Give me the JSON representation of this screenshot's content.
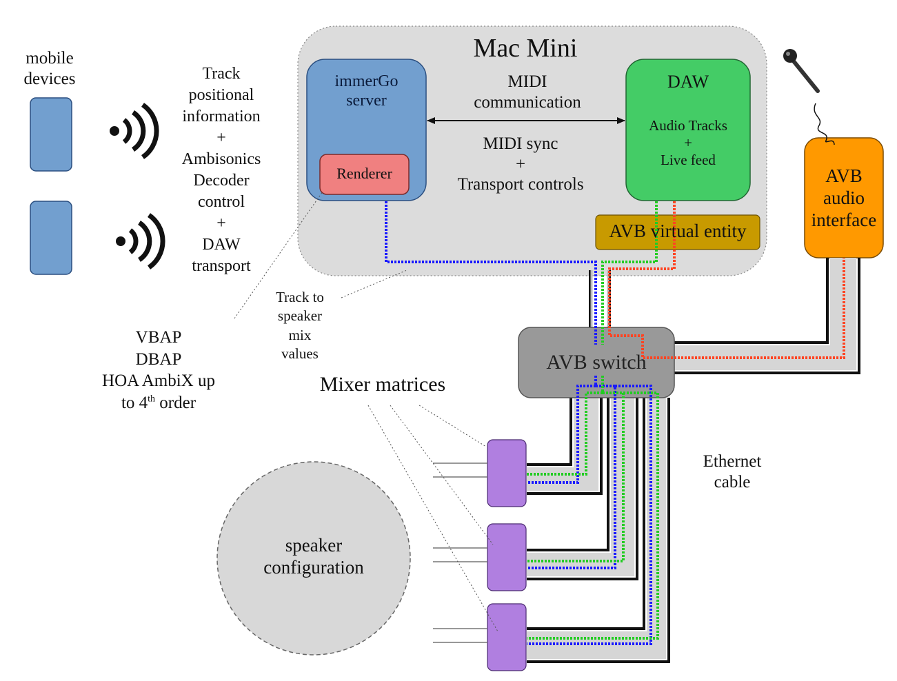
{
  "colors": {
    "mac_mini_bg": "#dcdcdc",
    "immergo": "#729fcf",
    "renderer": "#f08080",
    "daw": "#44cc66",
    "avb_virtual": "#c89a00",
    "avb_interface": "#ff9900",
    "avb_switch": "#999999",
    "mixer": "#b07fe0",
    "mobile": "#729fcf",
    "speaker_circle": "#d8d8d8",
    "blue_stream": "#1a1aff",
    "green_stream": "#22cc22",
    "red_stream": "#ff4422"
  },
  "mac_mini": {
    "title": "Mac Mini"
  },
  "immergo_server": {
    "line1": "immerGo",
    "line2": "server"
  },
  "renderer": {
    "label": "Renderer"
  },
  "daw": {
    "title": "DAW",
    "line1": "Audio Tracks",
    "line2": "+",
    "line3": "Live feed"
  },
  "midi_comm": {
    "line1": "MIDI",
    "line2": "communication"
  },
  "midi_sync": {
    "line1": "MIDI sync",
    "line2": "+",
    "line3": "Transport controls"
  },
  "avb_virtual_entity": {
    "label": "AVB virtual entity"
  },
  "avb_interface": {
    "line1": "AVB",
    "line2": "audio",
    "line3": "interface"
  },
  "avb_switch": {
    "label": "AVB switch"
  },
  "mobile_devices": {
    "line1": "mobile",
    "line2": "devices"
  },
  "track_info": {
    "lines": [
      "Track",
      "positional",
      "information",
      "+",
      "Ambisonics",
      "Decoder",
      "control",
      "+",
      "DAW",
      "transport"
    ]
  },
  "track_to_speaker": {
    "lines": [
      "Track to",
      "speaker",
      "mix",
      "values"
    ]
  },
  "render_modes": {
    "line1": "VBAP",
    "line2": "DBAP",
    "line3": "HOA AmbiX up",
    "line4_pre": "to 4",
    "line4_sup": "th",
    "line4_post": " order"
  },
  "mixer_matrices": {
    "label": "Mixer matrices"
  },
  "ethernet": {
    "line1": "Ethernet",
    "line2": "cable"
  },
  "speaker_config": {
    "line1": "speaker",
    "line2": "configuration"
  },
  "icons": {
    "wireless": "wireless-signal-icon",
    "microphone": "microphone-icon"
  }
}
